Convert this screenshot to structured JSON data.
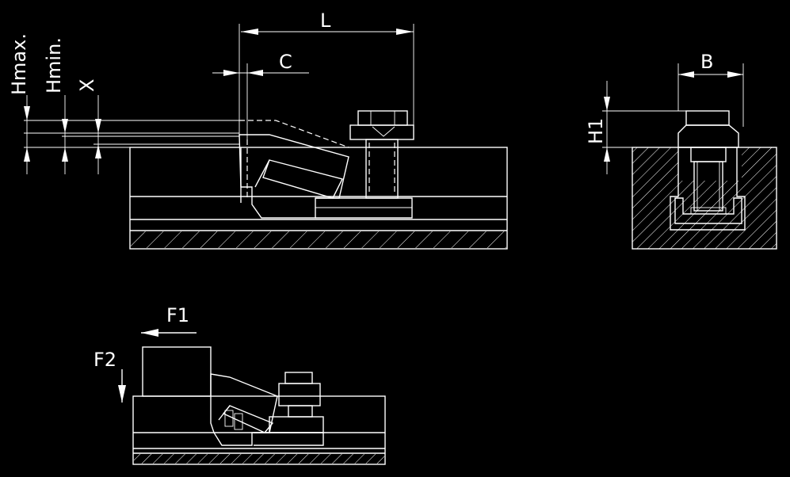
{
  "labels": {
    "hmax": "Hmax.",
    "hmin": "Hmin.",
    "x": "X",
    "l": "L",
    "c": "C",
    "b": "B",
    "h1": "H1",
    "f1": "F1",
    "f2": "F2"
  },
  "colors": {
    "background": "#000000",
    "stroke": "#ffffff"
  }
}
